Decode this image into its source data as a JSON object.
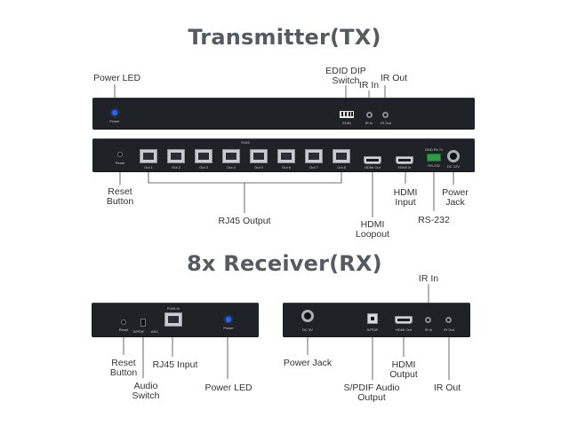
{
  "titles": {
    "tx": "Transmitter(TX)",
    "rx": "8x Receiver(RX)"
  },
  "tx_labels": {
    "power_led": "Power LED",
    "edid_dip_switch_line1": "EDID DIP",
    "edid_dip_switch_line2": "Switch",
    "ir_in": "IR In",
    "ir_out": "IR Out",
    "reset_button_line1": "Reset",
    "reset_button_line2": "Button",
    "rj45_output": "RJ45 Output",
    "hdmi_loopout_line1": "HDMI",
    "hdmi_loopout_line2": "Loopout",
    "hdmi_input_line1": "HDMI",
    "hdmi_input_line2": "Input",
    "rs232": "RS-232",
    "power_jack_line1": "Power",
    "power_jack_line2": "Jack"
  },
  "rx_labels": {
    "ir_in": "IR In",
    "reset_button_line1": "Reset",
    "reset_button_line2": "Button",
    "rj45_input": "RJ45 Input",
    "audio_switch_line1": "Audio",
    "audio_switch_line2": "Switch",
    "power_led": "Power LED",
    "power_jack": "Power Jack",
    "spdif_audio_output_line1": "S/PDIF Audio",
    "spdif_audio_output_line2": "Output",
    "hdmi_output_line1": "HDMI",
    "hdmi_output_line2": "Output",
    "ir_out": "IR Out"
  },
  "device_markings": {
    "tx_front_power": "Power",
    "tx_front_edid": "EDID",
    "tx_front_ir_in": "IR In",
    "tx_front_ir_out": "IR Out",
    "tx_rear_reset": "Reset",
    "tx_rear_rj45_group": "RJ45",
    "tx_rear_ports": [
      "Out 1",
      "Out 2",
      "Out 3",
      "Out 4",
      "Out 5",
      "Out 6",
      "Out 7",
      "Out 8"
    ],
    "tx_rear_hdmi_out": "HDMI Out",
    "tx_rear_hdmi_in": "HDMI In",
    "tx_rear_rs232_pins": "GND Rx Tx",
    "tx_rear_rs232": "RS-232",
    "tx_rear_dc": "DC 12V",
    "rx_left_reset": "Reset",
    "rx_left_spdif": "S/PDIF",
    "rx_left_arc": "ARC",
    "rx_left_rj45_in": "RJ45 In",
    "rx_left_power": "Power",
    "rx_right_dc": "DC 5V",
    "rx_right_spdif": "S/PDIF",
    "rx_right_hdmi_out": "HDMI Out",
    "rx_right_ir_in": "IR In",
    "rx_right_ir_out": "IR Out"
  },
  "colors": {
    "title": "#555b61",
    "device_body": "#1f2227",
    "led": "#2a63ff",
    "leader_line": "#444444"
  }
}
